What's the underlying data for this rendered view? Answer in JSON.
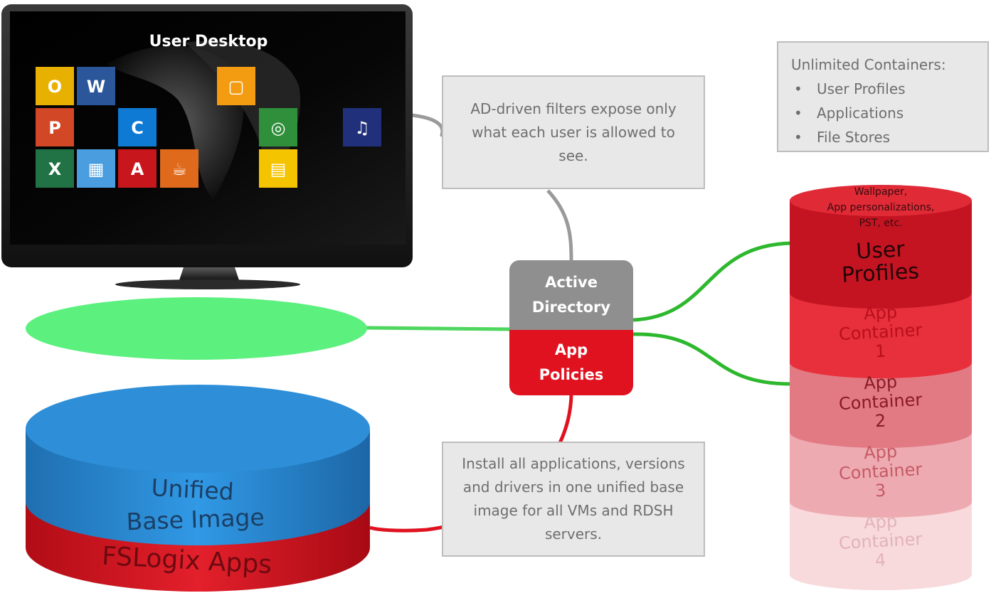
{
  "monitor": {
    "title": "User Desktop",
    "tiles": [
      {
        "icon": "outlook-icon",
        "color": "#e8b000",
        "glyph": "O"
      },
      {
        "icon": "word-icon",
        "color": "#2b579a",
        "glyph": "W"
      },
      {
        "icon": "powerpoint-icon",
        "color": "#d24726",
        "glyph": "P"
      },
      {
        "icon": "app-c-icon",
        "color": "#0e7ad3",
        "glyph": "C"
      },
      {
        "icon": "excel-icon",
        "color": "#217346",
        "glyph": "X"
      },
      {
        "icon": "calculator-icon",
        "color": "#4a9ee0",
        "glyph": "▦"
      },
      {
        "icon": "acrobat-icon",
        "color": "#c8161d",
        "glyph": "A"
      },
      {
        "icon": "java-icon",
        "color": "#e06a1b",
        "glyph": "☕"
      },
      {
        "icon": "orange-app-icon",
        "color": "#f39c12",
        "glyph": "▢"
      },
      {
        "icon": "sound-app-icon",
        "color": "#2f8f3a",
        "glyph": "◎"
      },
      {
        "icon": "yellow-app-icon",
        "color": "#f5c400",
        "glyph": "▤"
      },
      {
        "icon": "music-icon",
        "color": "#20307a",
        "glyph": "♫"
      }
    ]
  },
  "notes": {
    "ad_filters": "AD-driven filters expose only what each user is allowed to see.",
    "base_image": "Install all applications, versions and drivers in one unified base image for all VMs and RDSH servers.",
    "containers_title": "Unlimited Containers:",
    "containers_items": [
      "User Profiles",
      "Applications",
      "File Stores"
    ]
  },
  "active_directory": {
    "top": [
      "Active",
      "Directory"
    ],
    "bottom": [
      "App",
      "Policies"
    ]
  },
  "base_disk": {
    "top_lines": [
      "Unified",
      "Base Image"
    ],
    "bottom_label": "FSLogix Apps"
  },
  "stack": {
    "top_caption": [
      "Wallpaper,",
      "App personalizations,",
      "PST, etc."
    ],
    "profiles": [
      "User",
      "Profiles"
    ],
    "containers": [
      [
        "App",
        "Container",
        "1"
      ],
      [
        "App",
        "Container",
        "2"
      ],
      [
        "App",
        "Container",
        "3"
      ],
      [
        "App",
        "Container",
        "4"
      ]
    ]
  },
  "colors": {
    "green": "#2eb82e",
    "red": "#e0121f",
    "gray_line": "#9a9a9a",
    "blue": "#2e8fd8",
    "ellipse_green": "#5cf07e"
  }
}
